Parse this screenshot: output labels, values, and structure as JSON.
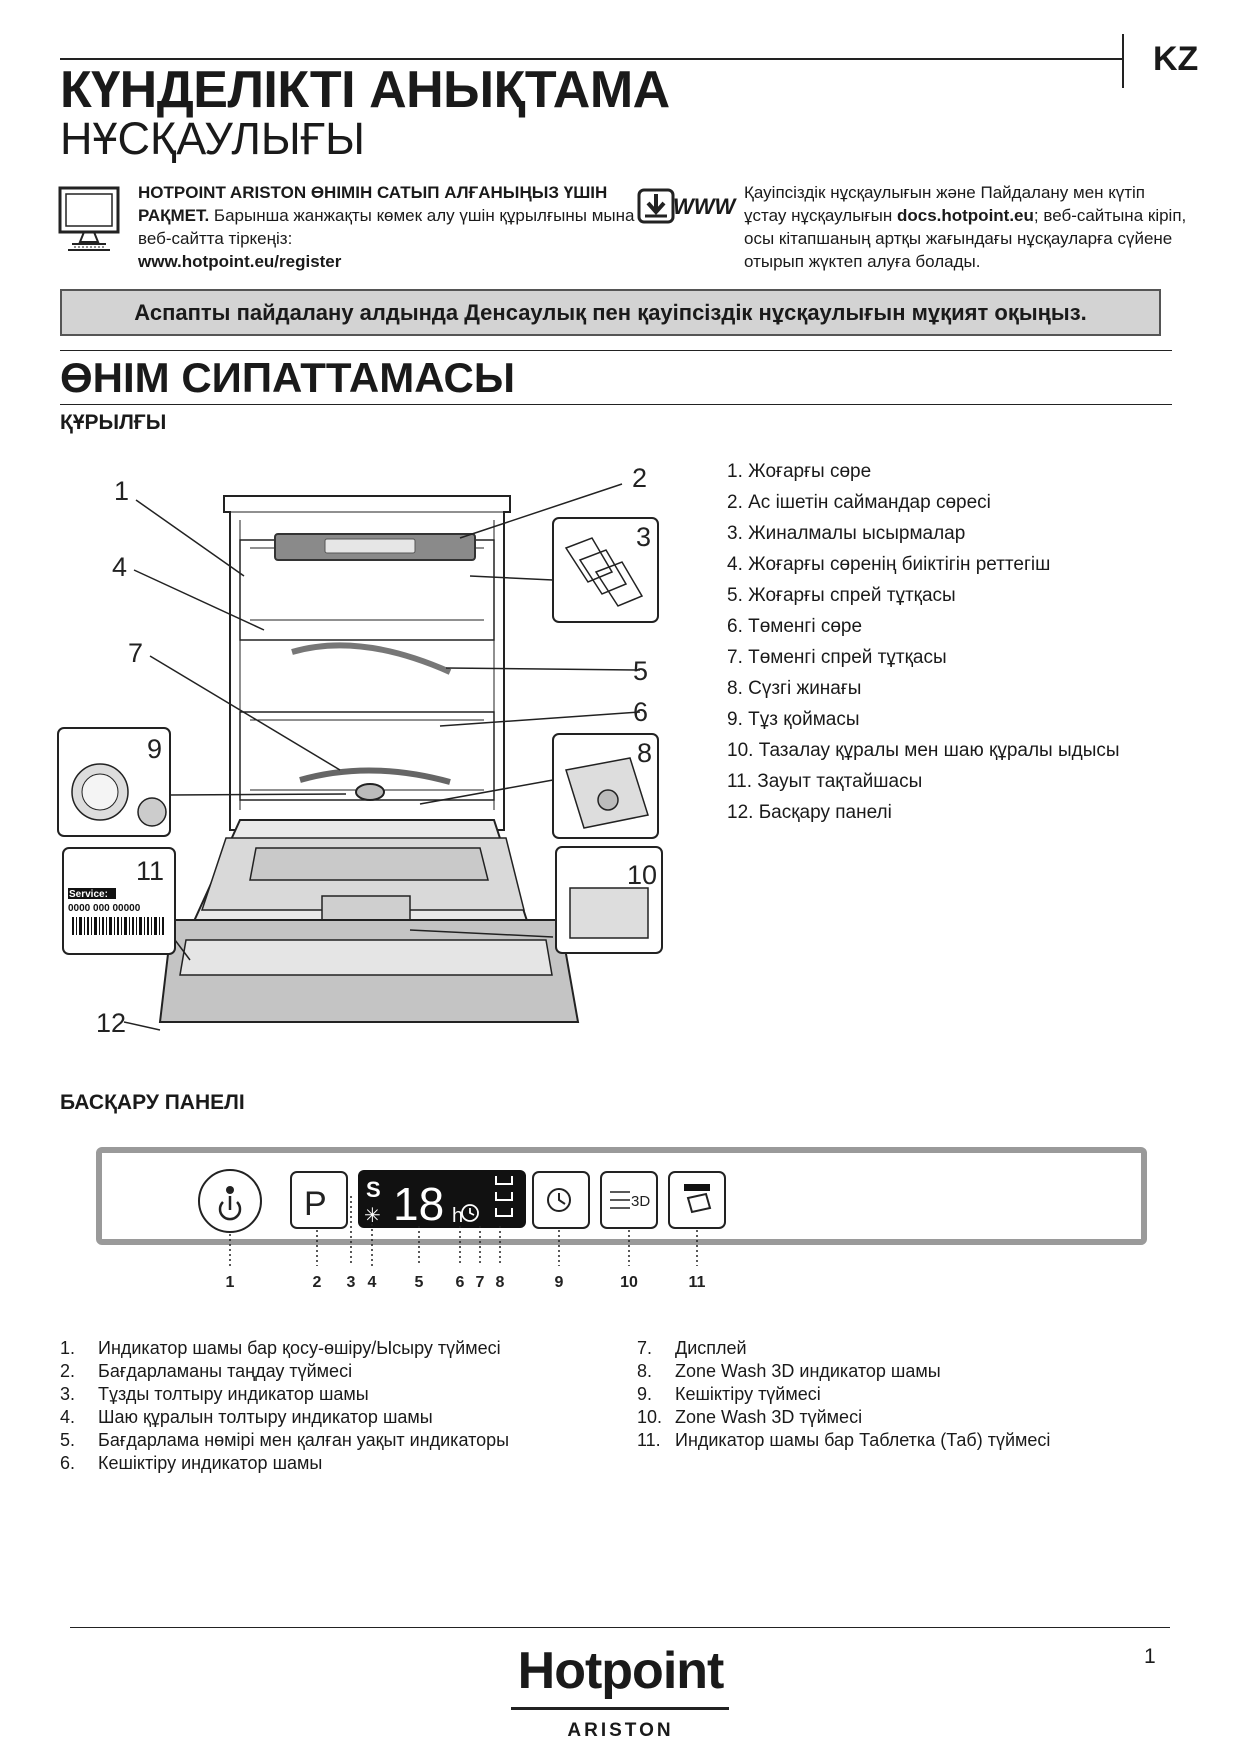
{
  "header": {
    "lang": "KZ",
    "title_line1": "КҮНДЕЛІКТІ АНЫҚТАМА",
    "title_line2": "НҰСҚАУЛЫҒЫ"
  },
  "intro": {
    "thanks_bold": "HOTPOINT ARISTON ӨНІМІН САТЫП АЛҒАНЫҢЫЗ ҮШІН РАҚМЕТ.",
    "thanks_text": " Барынша жанжақты көмек алу үшін құрылғыны мына веб-сайтта тіркеңіз:",
    "register_url": "www.hotpoint.eu/register",
    "www_icon_text": "WWW",
    "safety_text1": "Қауіпсіздік нұсқаулығын және Пайдалану мен күтіп ұстау нұсқаулығын ",
    "safety_url": "docs.hotpoint.eu",
    "safety_text2": "; веб-сайтына кіріп, осы кітапшаның артқы жағындағы нұсқауларға сүйене отырып жүктеп алуға болады."
  },
  "warning": "Аспапты пайдалану алдында Денсаулық пен қауіпсіздік нұсқаулығын мұқият оқыңыз.",
  "product": {
    "heading": "ӨНІМ СИПАТТАМАСЫ",
    "sub_heading": "ҚҰРЫЛҒЫ",
    "diagram_labels": [
      "1",
      "2",
      "3",
      "4",
      "5",
      "6",
      "7",
      "8",
      "9",
      "10",
      "11",
      "12"
    ],
    "service_label": "Service:",
    "service_number": "0000 000 00000",
    "parts": [
      "1. Жоғарғы сөре",
      "2. Ас ішетін саймандар сөресі",
      "3. Жиналмалы ысырмалар",
      "4. Жоғарғы сөренің биіктігін реттегіш",
      "5. Жоғарғы спрей тұтқасы",
      "6. Төменгі сөре",
      "7. Төменгі спрей тұтқасы",
      "8. Сүзгі жинағы",
      "9. Тұз қоймасы",
      "10. Тазалау құралы мен шаю құралы ыдысы",
      "11. Зауыт тақтайшасы",
      "12. Басқару панелі"
    ]
  },
  "control_panel": {
    "heading": "БАСҚАРУ ПАНЕЛІ",
    "p_button": "P",
    "display_digits": "18",
    "display_unit": "h",
    "zone_button_text": "3D",
    "callouts": [
      "1",
      "2",
      "3",
      "4",
      "5",
      "6",
      "7",
      "8",
      "9",
      "10",
      "11"
    ],
    "legend_left": [
      {
        "n": "1.",
        "t": "Индикатор шамы бар қосу-өшіру/Ысыру түймесі"
      },
      {
        "n": "2.",
        "t": "Бағдарламаны таңдау түймесі"
      },
      {
        "n": "3.",
        "t": "Тұзды толтыру индикатор шамы"
      },
      {
        "n": "4.",
        "t": "Шаю құралын толтыру индикатор шамы"
      },
      {
        "n": "5.",
        "t": "Бағдарлама нөмірі мен қалған уақыт индикаторы"
      },
      {
        "n": "6.",
        "t": "Кешіктіру индикатор шамы"
      }
    ],
    "legend_right": [
      {
        "n": "7.",
        "t": "Дисплей"
      },
      {
        "n": "8.",
        "t": "Zone Wash 3D индикатор шамы"
      },
      {
        "n": "9.",
        "t": "Кешіктіру түймесі"
      },
      {
        "n": "10.",
        "t": "Zone Wash 3D түймесі"
      },
      {
        "n": "11.",
        "t": "Индикатор шамы бар Таблетка (Таб) түймесі"
      }
    ]
  },
  "footer": {
    "brand": "Hotpoint",
    "sub_brand": "ARISTON",
    "page_number": "1"
  }
}
